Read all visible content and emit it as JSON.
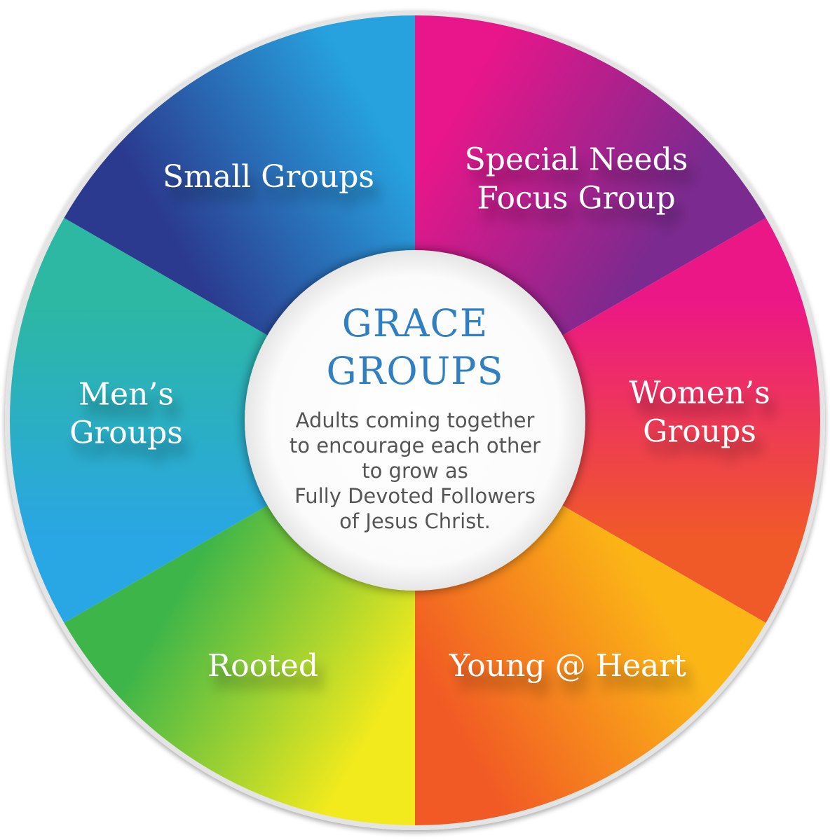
{
  "center": {
    "title_line1": "GRACE",
    "title_line2": "GROUPS",
    "description": [
      "Adults coming together",
      "to encourage each other",
      "to grow as",
      "Fully Devoted Followers",
      "of Jesus Christ."
    ]
  },
  "segments": [
    {
      "lines": [
        "Special Needs",
        "Focus Group"
      ],
      "colors": [
        "#e8168a",
        "#7b2a8f"
      ]
    },
    {
      "lines": [
        "Women’s",
        "Groups"
      ],
      "colors": [
        "#ec1786",
        "#f05a28"
      ]
    },
    {
      "lines": [
        "Young @ Heart"
      ],
      "colors": [
        "#fbb616",
        "#f15a24"
      ]
    },
    {
      "lines": [
        "Rooted"
      ],
      "colors": [
        "#f2ea1d",
        "#3db549"
      ]
    },
    {
      "lines": [
        "Men’s",
        "Groups"
      ],
      "colors": [
        "#29a6e4",
        "#2cb8a2"
      ]
    },
    {
      "lines": [
        "Small Groups"
      ],
      "colors": [
        "#2b3a8e",
        "#27a2df"
      ]
    }
  ]
}
